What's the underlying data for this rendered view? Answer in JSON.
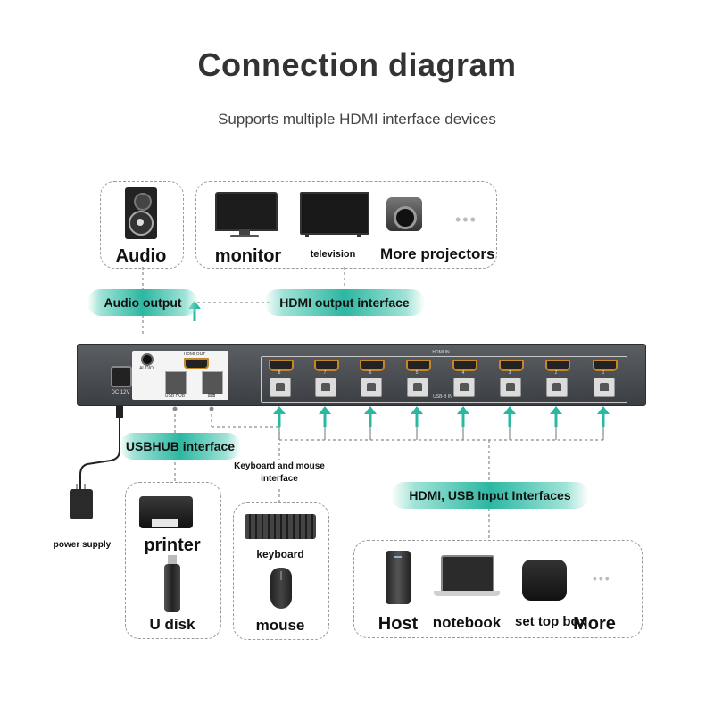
{
  "title": "Connection diagram",
  "subtitle": "Supports multiple HDMI interface devices",
  "devices_top": {
    "audio": "Audio",
    "monitor": "monitor",
    "television": "television",
    "projectors": "More projectors"
  },
  "interfaces": {
    "audio_output": "Audio output",
    "hdmi_output": "HDMI output interface",
    "usbhub": "USBHUB interface",
    "keyboard_mouse": "Keyboard and mouse interface",
    "hdmi_usb_input": "HDMI, USB Input Interfaces"
  },
  "panel": {
    "audio": "AUDIO",
    "hdmi_out": "HDMI OUT",
    "usb_hub": "USB HUB",
    "dc": "DC 12V",
    "hdmi_in": "HDMI IN",
    "usb_b_in": "USB-B IN",
    "port_numbers": [
      "8",
      "7",
      "6",
      "5",
      "4",
      "3",
      "2",
      "1"
    ]
  },
  "power_supply": "power supply",
  "devices_left": {
    "printer": "printer",
    "udisk": "U disk",
    "keyboard": "keyboard",
    "mouse": "mouse"
  },
  "devices_bottom": {
    "host": "Host",
    "notebook": "notebook",
    "settop": "set top box",
    "more": "More"
  },
  "colors": {
    "accent": "#2cb7a2",
    "chassis": "#4a4e52",
    "connector_gold": "#c8862a"
  }
}
